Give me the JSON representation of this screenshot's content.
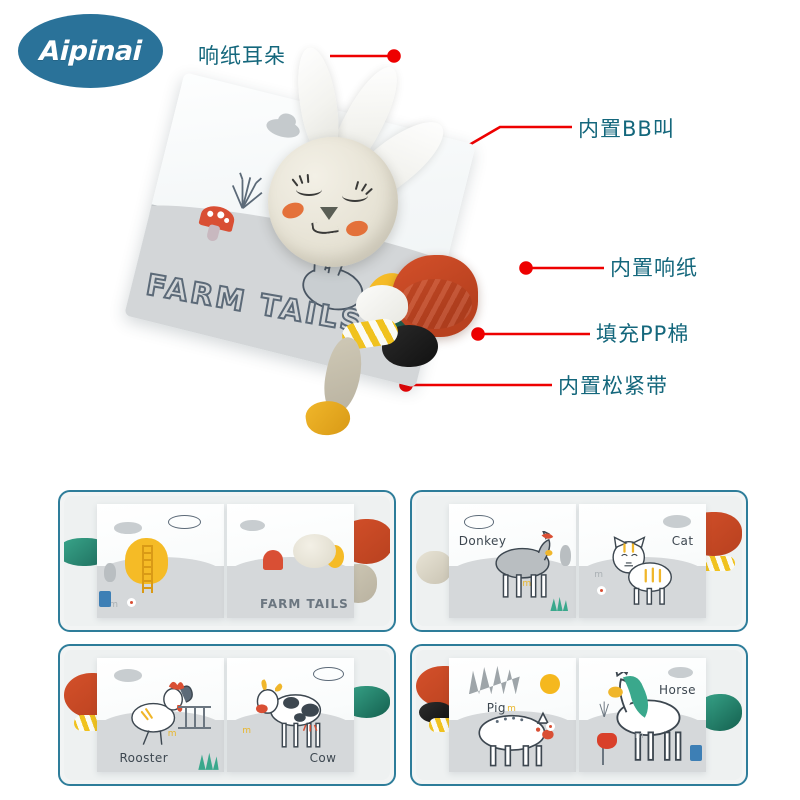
{
  "brand": {
    "logo_text": "Aipinai",
    "logo_bg_color": "#2a7299",
    "logo_text_color": "#ffffff"
  },
  "theme": {
    "annotation_text_color": "#14677c",
    "leader_line_color": "#ee0000",
    "panel_border_color": "#2e7d9a",
    "background": "#ffffff"
  },
  "annotations": [
    {
      "id": "crinkle-ears",
      "label": "响纸耳朵",
      "target": "bunny ear"
    },
    {
      "id": "bb-squeaker",
      "label": "内置BB叫",
      "target": "bunny face"
    },
    {
      "id": "crinkle-paper",
      "label": "内置响纸",
      "target": "orange plush tail"
    },
    {
      "id": "pp-cotton",
      "label": "填充PP棉",
      "target": "tail cluster"
    },
    {
      "id": "elastic-band",
      "label": "内置松紧带",
      "target": "cream tail base"
    }
  ],
  "hero": {
    "cover_title": "FARM TAILS",
    "cover_title_stroke": "#5c6a78",
    "cover_band_color": "#d3d6d8",
    "bunny": {
      "head_color": "#e6e2d4",
      "cheek_color": "#e3672c",
      "nose_color": "#5a5e55",
      "ear_color": "#f3f3ef"
    },
    "tails": [
      {
        "name": "rooster-tail",
        "color": "#c4471f"
      },
      {
        "name": "horse-tail",
        "color": "#1d6b5c"
      },
      {
        "name": "cat-tail",
        "color": "#fcfcfa"
      },
      {
        "name": "cow-tail",
        "color": "#2a2a2a"
      },
      {
        "name": "striped-tail",
        "color": "#f0c21f"
      },
      {
        "name": "donkey-tail",
        "color": "#cfc9b6"
      },
      {
        "name": "chick-feet",
        "color": "#f0b62a"
      }
    ]
  },
  "thumbnails": [
    {
      "id": "thumb-cover",
      "pages": [
        {
          "label": "",
          "side": "left"
        },
        {
          "label": "FARM TAILS",
          "side": "right"
        }
      ],
      "scene_items": [
        "yellow-tree",
        "ladder",
        "clouds",
        "mushroom",
        "bunny-head-plush",
        "flowers"
      ]
    },
    {
      "id": "thumb-donkey-cat",
      "pages": [
        {
          "label": "Donkey",
          "side": "left"
        },
        {
          "label": "Cat",
          "side": "right"
        }
      ],
      "scene_items": [
        "cloud-outline",
        "grey-tree",
        "grass",
        "flower",
        "orange-tail",
        "striped-tail"
      ]
    },
    {
      "id": "thumb-rooster-cow",
      "pages": [
        {
          "label": "Rooster",
          "side": "left"
        },
        {
          "label": "Cow",
          "side": "right"
        }
      ],
      "scene_items": [
        "fence",
        "cloud",
        "grass",
        "caterpillar",
        "orange-tail",
        "green-tail"
      ]
    },
    {
      "id": "thumb-pig-horse",
      "pages": [
        {
          "label": "Pig",
          "side": "left"
        },
        {
          "label": "Horse",
          "side": "right"
        }
      ],
      "scene_items": [
        "sun",
        "grey-bush",
        "red-tulip",
        "cloud",
        "orange-tail",
        "green-tail"
      ]
    }
  ]
}
